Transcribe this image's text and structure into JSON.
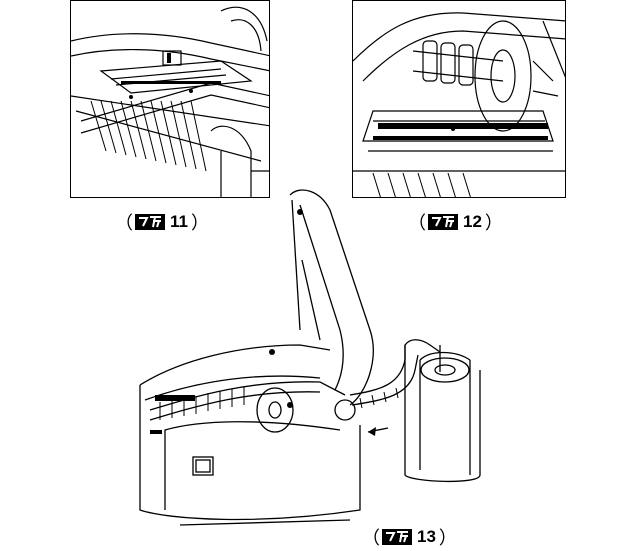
{
  "figures": [
    {
      "id": "fig11",
      "number": "11",
      "open_paren": "（",
      "close_paren": "）",
      "glyph": "figure-label-icon"
    },
    {
      "id": "fig12",
      "number": "12",
      "open_paren": "（",
      "close_paren": "）",
      "glyph": "figure-label-icon"
    },
    {
      "id": "fig13",
      "number": "13",
      "open_paren": "（",
      "close_paren": "）",
      "glyph": "figure-label-icon"
    }
  ]
}
